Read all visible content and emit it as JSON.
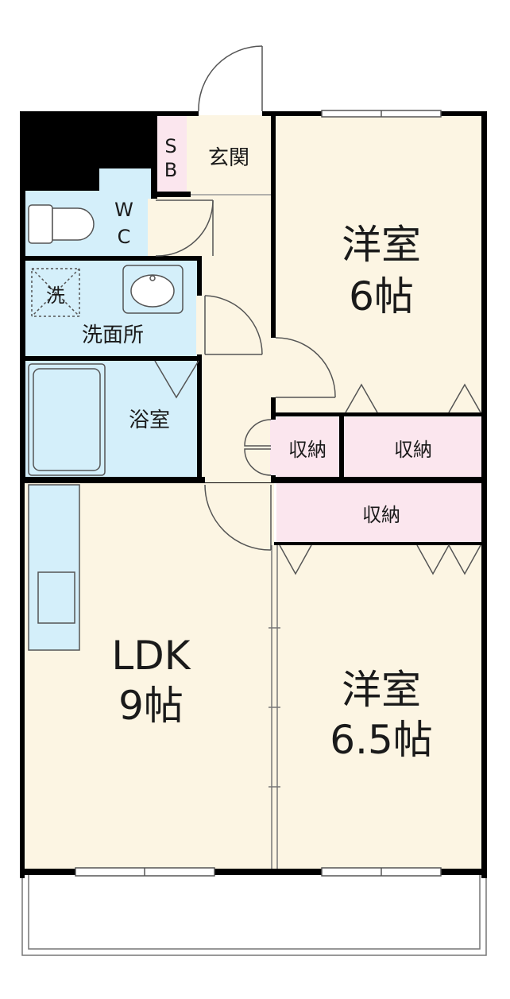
{
  "rooms": {
    "western1": {
      "name": "洋室",
      "size": "6帖"
    },
    "western2": {
      "name": "洋室",
      "size": "6.5帖"
    },
    "ldk": {
      "name": "LDK",
      "size": "9帖"
    },
    "entrance": "玄関",
    "shoebox": {
      "top": "S",
      "bottom": "B"
    },
    "toilet": {
      "top": "W",
      "bottom": "C"
    },
    "washroom": "洗面所",
    "washer": "洗",
    "bath": "浴室",
    "storage1": "収納",
    "storage2": "収納",
    "storage3": "収納"
  },
  "colors": {
    "floor": "#fcf5e3",
    "water": "#d4effa",
    "storage": "#fbe6ee",
    "wall": "#000000"
  }
}
